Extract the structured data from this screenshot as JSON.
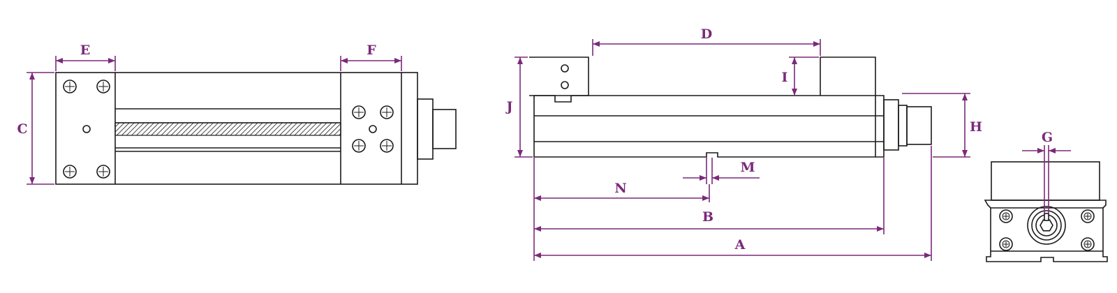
{
  "dimension_labels": {
    "a": "A",
    "b": "B",
    "c": "C",
    "d": "D",
    "e": "E",
    "f": "F",
    "g": "G",
    "h": "H",
    "i": "I",
    "j": "J",
    "m": "M",
    "n": "N"
  },
  "colors": {
    "dimension": "#7a2a7a",
    "outline": "#1a1a1a",
    "background": "#ffffff"
  }
}
